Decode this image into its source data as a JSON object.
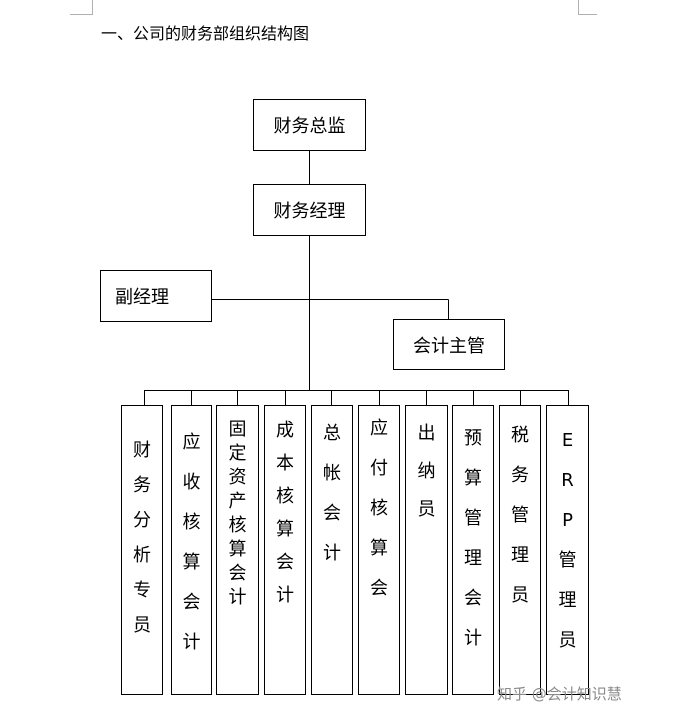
{
  "heading": "一、公司的财务部组织结构图",
  "nodes": {
    "director": "财务总监",
    "manager": "财务经理",
    "deputy": "副经理",
    "supervisor": "会计主管"
  },
  "staff": [
    "财务分析专员",
    "应收核算会计",
    "固定资产核算会计",
    "成本核算会计",
    "总帐会计",
    "应付核算会",
    "出纳员",
    "预算管理会计",
    "税务管理员",
    "ERP管理员"
  ],
  "watermark": "知乎 @会计知识慧"
}
